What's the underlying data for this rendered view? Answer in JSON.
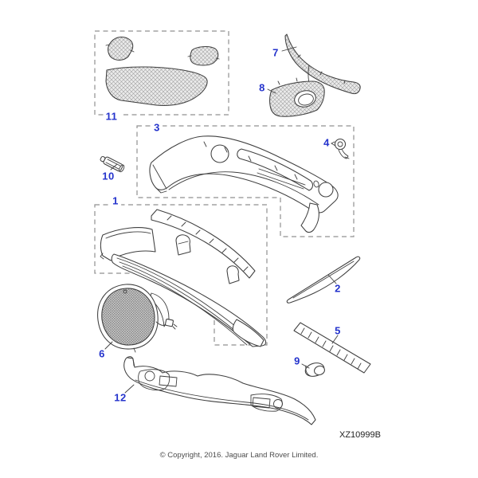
{
  "diagram": {
    "title_code": "XZ10999B",
    "copyright": "© Copyright, 2016. Jaguar Land Rover Limited.",
    "callouts": {
      "c1": "1",
      "c2": "2",
      "c3": "3",
      "c4": "4",
      "c5": "5",
      "c6": "6",
      "c7": "7",
      "c8": "8",
      "c9": "9",
      "c10": "10",
      "c11": "11",
      "c12": "12"
    },
    "colors": {
      "callout_blue": "#2433cc",
      "line_art": "#3f3f3f",
      "dashed_box": "#909090",
      "background": "#ffffff"
    }
  }
}
